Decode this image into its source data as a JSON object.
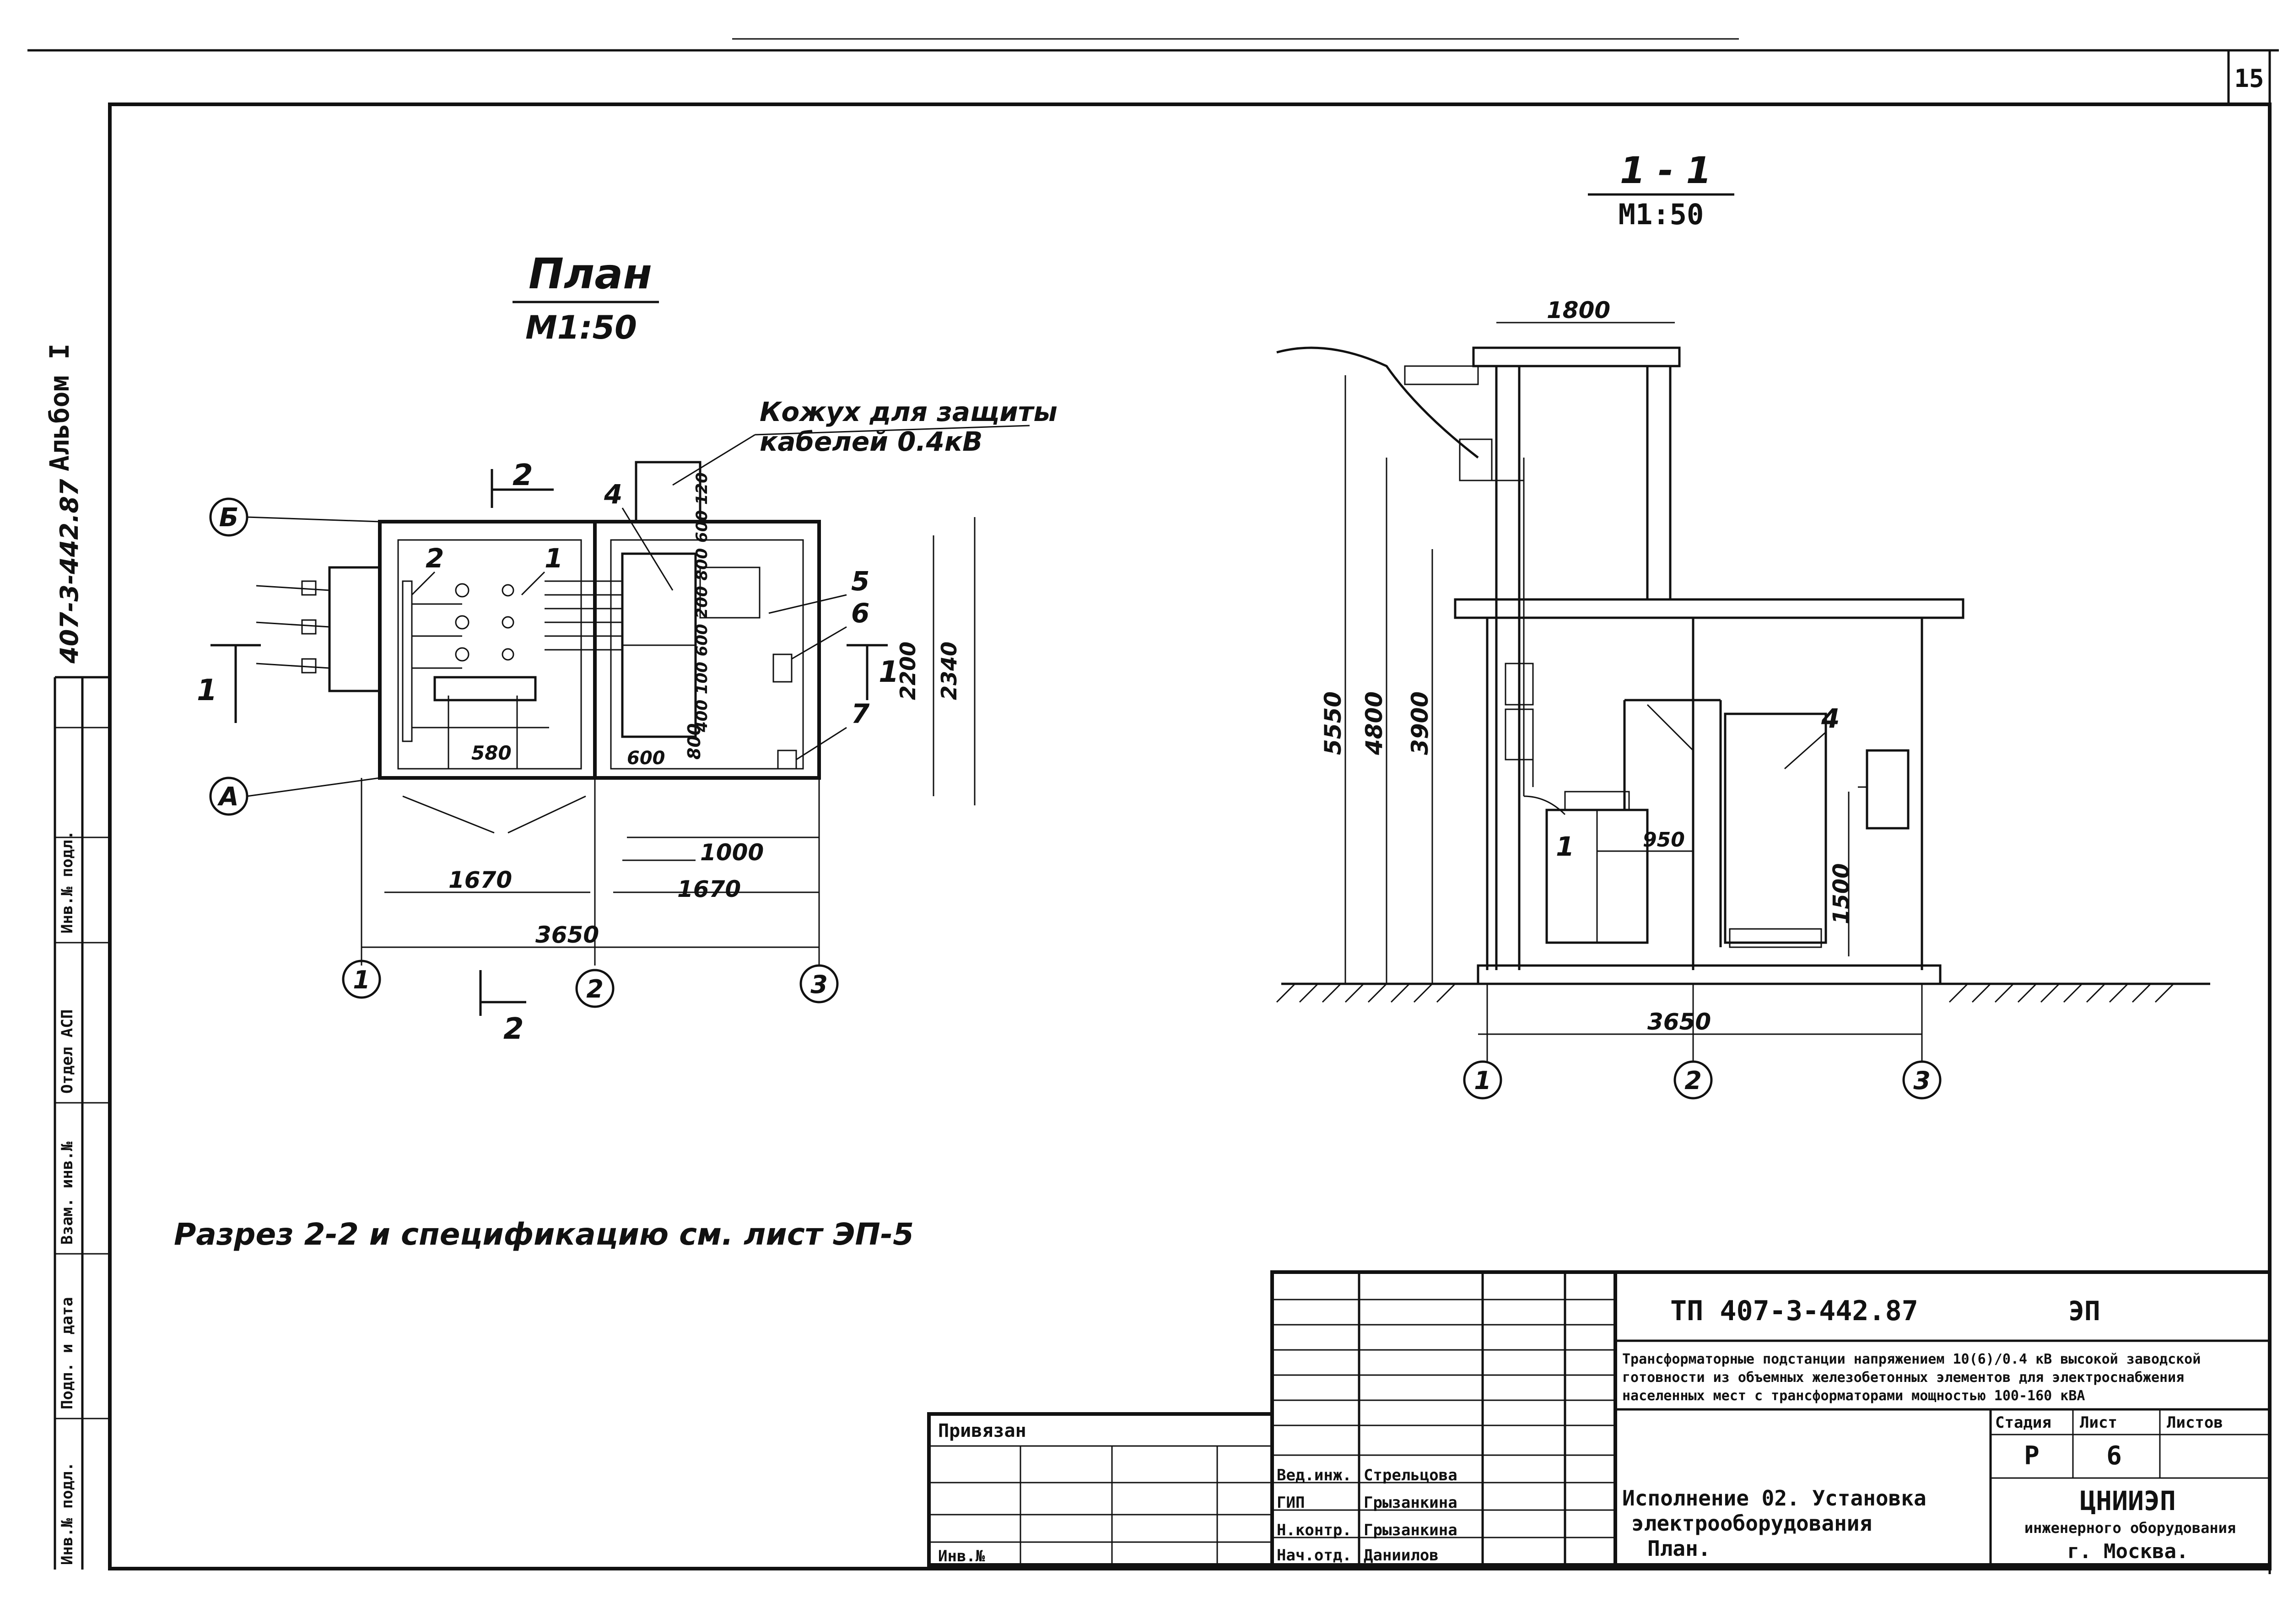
{
  "sheet_number": "15",
  "left_margin": {
    "album": "Альбом I",
    "code": "407-3-442.87",
    "stamp_fields": [
      "Инв.№ подл.",
      "Подп. и дата",
      "Взам. инв.№",
      "Отдел АСП",
      "Инв.№ подл."
    ]
  },
  "plan": {
    "title": "План",
    "scale": "М1:50",
    "cover_note_line1": "Кожух для защиты",
    "cover_note_line2": "кабелей 0.4кВ",
    "section_mark": "2",
    "section_mark_side": "1",
    "axis_b": "Б",
    "axis_a": "А",
    "axes": [
      "1",
      "2",
      "3"
    ],
    "callouts": [
      "2",
      "1",
      "4",
      "5",
      "6",
      "7"
    ],
    "dims": {
      "total_width": "3650",
      "left_bay": "1670",
      "right_bay": "1670",
      "door": "1000",
      "depth_inner": "2200",
      "depth_outer": "2340",
      "d580": "580",
      "d600": "600",
      "d800": "800",
      "stack": "400 100 600 200 800 600 120"
    }
  },
  "section": {
    "title": "1 - 1",
    "scale": "М1:50",
    "dims": {
      "top": "1800",
      "h5550": "5550",
      "h4800": "4800",
      "h3900": "3900",
      "d950": "950",
      "h1500": "1500",
      "total": "3650"
    },
    "callouts": [
      "1",
      "4"
    ],
    "axes": [
      "1",
      "2",
      "3"
    ]
  },
  "note": "Разрез 2-2 и спецификацию см. лист ЭП-5",
  "title_block": {
    "doc_code": "ТП 407-3-442.87",
    "mark": "ЭП",
    "description_line1": "Трансформаторные подстанции напряжением 10(6)/0.4 кВ высокой заводской",
    "description_line2": "готовности из объемных железобетонных элементов для электроснабжения",
    "description_line3": "населенных мест с трансформаторами мощностью 100-160 кВА",
    "stage_label": "Стадия",
    "sheet_label": "Лист",
    "sheets_label": "Листов",
    "stage": "Р",
    "sheet": "6",
    "drawing_title_line1": "Исполнение 02. Установка",
    "drawing_title_line2": "электрооборудования",
    "drawing_title_line3": "План.",
    "org_line1": "ЦНИИЭП",
    "org_line2": "инженерного оборудования",
    "org_line3": "г. Москва.",
    "linked": "Привязан",
    "inv_no": "Инв.№",
    "signatures": [
      {
        "role": "Вед.инж.",
        "name": "Стрельцова"
      },
      {
        "role": "ГИП",
        "name": "Грызанкина"
      },
      {
        "role": "Н.контр.",
        "name": "Грызанкина"
      },
      {
        "role": "Нач.отд.",
        "name": "Даниилов"
      }
    ]
  }
}
